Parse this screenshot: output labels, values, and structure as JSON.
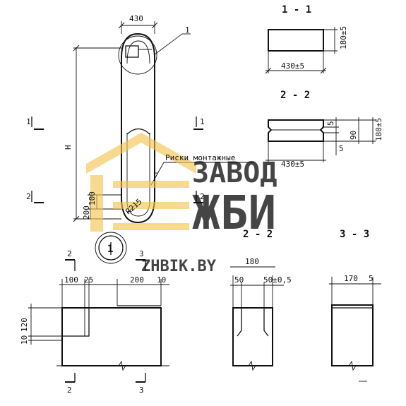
{
  "dims": {
    "width_430": "430",
    "height_H": "H",
    "d_200": "200",
    "d_100": "100",
    "radius": "R215",
    "s11_height": "180±5",
    "s11_width": "430±5",
    "s22_5a": "5",
    "s22_90": "90",
    "s22_5b": "5",
    "s22_180": "180±5",
    "s22_width": "430±5",
    "d_100b": "100",
    "d_25": "25",
    "d_200b": "200",
    "d_10": "10",
    "d_10v": "10",
    "d_120": "120",
    "s22b_180": "180",
    "s22b_50a": "50",
    "s22b_50b": "50±0,5",
    "s33_170": "170",
    "s33_5": "5"
  },
  "labels": {
    "callout": "1",
    "node_detail": "1",
    "risks": "Риски монтажные"
  },
  "cuts": {
    "c1": "1",
    "c2": "2",
    "c2b": "2",
    "c3": "3",
    "c3b": "3",
    "c1r": "1",
    "c2r": "2"
  },
  "sections": {
    "s11": "1 - 1",
    "s22": "2 - 2",
    "s22b": "2 - 2",
    "s33": "3 - 3"
  },
  "watermark": {
    "line1": "ЗАВОД",
    "line2": "ЖБИ",
    "site": "ZHBIK.BY",
    "color": "#f2c14a"
  }
}
